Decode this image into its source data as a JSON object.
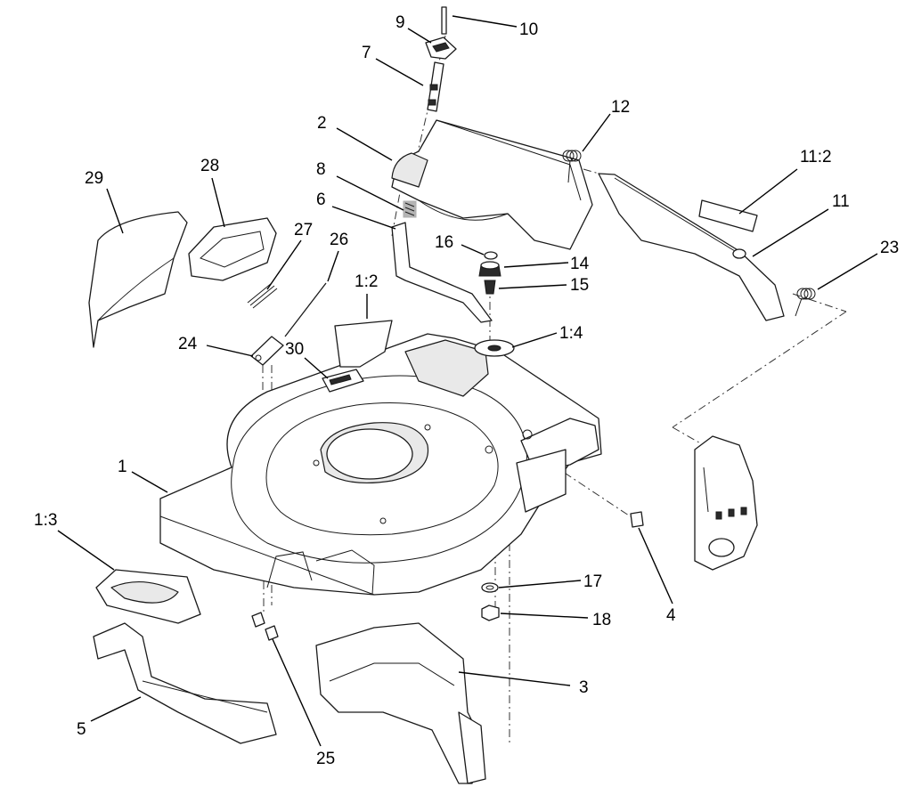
{
  "callouts": [
    {
      "id": "c10",
      "label": "10"
    },
    {
      "id": "c9",
      "label": "9"
    },
    {
      "id": "c7",
      "label": "7"
    },
    {
      "id": "c2",
      "label": "2"
    },
    {
      "id": "c12",
      "label": "12"
    },
    {
      "id": "c11-2",
      "label": "11:2"
    },
    {
      "id": "c8",
      "label": "8"
    },
    {
      "id": "c29",
      "label": "29"
    },
    {
      "id": "c28",
      "label": "28"
    },
    {
      "id": "c6",
      "label": "6"
    },
    {
      "id": "c11",
      "label": "11"
    },
    {
      "id": "c27",
      "label": "27"
    },
    {
      "id": "c26",
      "label": "26"
    },
    {
      "id": "c16",
      "label": "16"
    },
    {
      "id": "c23",
      "label": "23"
    },
    {
      "id": "c14",
      "label": "14"
    },
    {
      "id": "c1-2",
      "label": "1:2"
    },
    {
      "id": "c15",
      "label": "15"
    },
    {
      "id": "c1-4",
      "label": "1:4"
    },
    {
      "id": "c24",
      "label": "24"
    },
    {
      "id": "c30",
      "label": "30"
    },
    {
      "id": "c1",
      "label": "1"
    },
    {
      "id": "c1-3",
      "label": "1:3"
    },
    {
      "id": "c17",
      "label": "17"
    },
    {
      "id": "c4",
      "label": "4"
    },
    {
      "id": "c18",
      "label": "18"
    },
    {
      "id": "c3",
      "label": "3"
    },
    {
      "id": "c5",
      "label": "5"
    },
    {
      "id": "c25",
      "label": "25"
    }
  ]
}
